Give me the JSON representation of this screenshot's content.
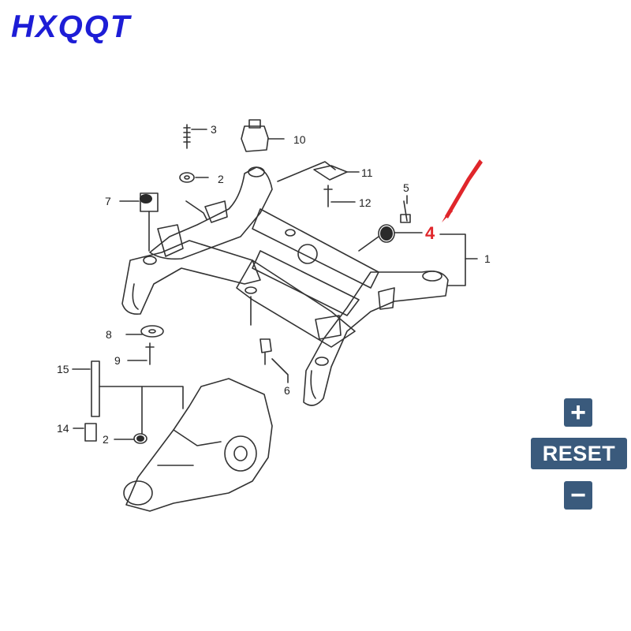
{
  "brand": {
    "text": "HXQQT",
    "color": "#1d1dd6"
  },
  "diagram": {
    "highlight_color": "#e0262b",
    "callouts": {
      "c1": "1",
      "c2a": "2",
      "c2b": "2",
      "c3": "3",
      "c4": "4",
      "c5": "5",
      "c6": "6",
      "c7": "7",
      "c8": "8",
      "c9": "9",
      "c10": "10",
      "c11": "11",
      "c12": "12",
      "c14": "14",
      "c15": "15"
    }
  },
  "controls": {
    "zoom_in_label": "+",
    "reset_label": "RESET",
    "zoom_out_label": "−",
    "button_color": "#3a5a7c"
  }
}
